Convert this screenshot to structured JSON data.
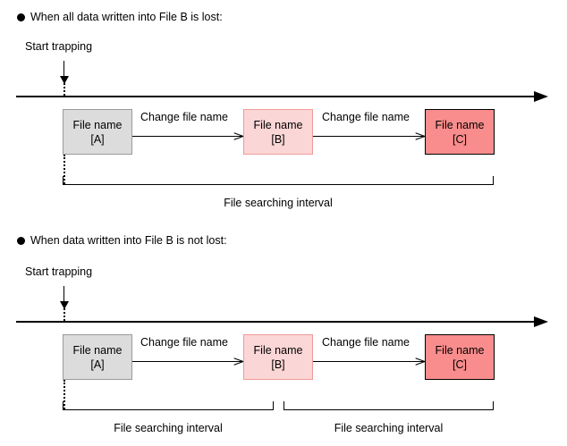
{
  "diagram": {
    "title_bullet_glyph": "bullet-dot",
    "sections": [
      {
        "heading": "When all data written into File B is lost:",
        "trap_label": "Start trapping",
        "boxes": [
          {
            "line1": "File name",
            "line2": "[A]",
            "color": "#dcdcdc"
          },
          {
            "line1": "File name",
            "line2": "[B]",
            "color": "#fbd6d6"
          },
          {
            "line1": "File name",
            "line2": "[C]",
            "color": "#f98c8c"
          }
        ],
        "transitions": [
          "Change file name",
          "Change file name"
        ],
        "intervals": [
          "File searching interval"
        ]
      },
      {
        "heading": "When data written into File B is not lost:",
        "trap_label": "Start trapping",
        "boxes": [
          {
            "line1": "File name",
            "line2": "[A]",
            "color": "#dcdcdc"
          },
          {
            "line1": "File name",
            "line2": "[B]",
            "color": "#fbd6d6"
          },
          {
            "line1": "File name",
            "line2": "[C]",
            "color": "#f98c8c"
          }
        ],
        "transitions": [
          "Change file name",
          "Change file name"
        ],
        "intervals": [
          "File searching interval",
          "File searching interval"
        ]
      }
    ],
    "colors": {
      "box_a_fill": "#dcdcdc",
      "box_a_border": "#9a9a9a",
      "box_b_fill": "#fbd6d6",
      "box_b_border": "#f09a9a",
      "box_c_fill": "#f98c8c",
      "box_c_border": "#000000",
      "line": "#000000",
      "background": "#ffffff"
    }
  }
}
